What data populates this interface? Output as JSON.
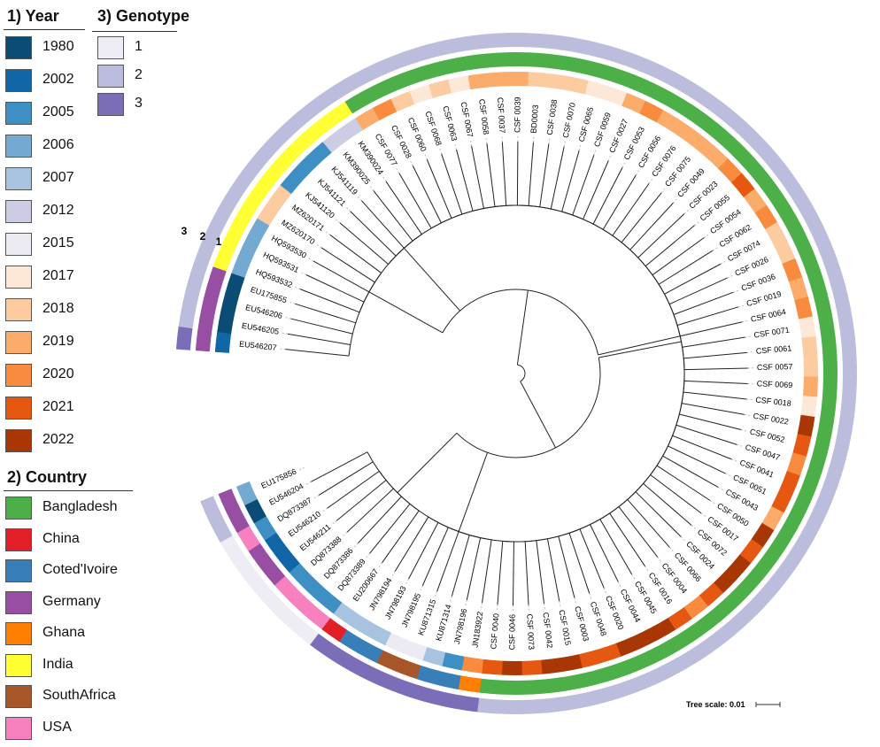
{
  "legends": {
    "year": {
      "title": "1) Year",
      "items": [
        {
          "label": "1980",
          "color": "#0a4c74"
        },
        {
          "label": "2002",
          "color": "#1166a8"
        },
        {
          "label": "2005",
          "color": "#3e8fc3"
        },
        {
          "label": "2006",
          "color": "#74a9d2"
        },
        {
          "label": "2007",
          "color": "#a7c3e0"
        },
        {
          "label": "2012",
          "color": "#ccccE4"
        },
        {
          "label": "2015",
          "color": "#ecebf3"
        },
        {
          "label": "2017",
          "color": "#fde8d8"
        },
        {
          "label": "2018",
          "color": "#fccba0"
        },
        {
          "label": "2019",
          "color": "#fbab6a"
        },
        {
          "label": "2020",
          "color": "#f98b3e"
        },
        {
          "label": "2021",
          "color": "#e65711"
        },
        {
          "label": "2022",
          "color": "#a83705"
        }
      ]
    },
    "country": {
      "title": "2) Country",
      "items": [
        {
          "label": "Bangladesh",
          "color": "#4caf48"
        },
        {
          "label": "China",
          "color": "#e21f26"
        },
        {
          "label": "Coted'Ivoire",
          "color": "#387fba"
        },
        {
          "label": "Germany",
          "color": "#984ea3"
        },
        {
          "label": "Ghana",
          "color": "#ff7f00"
        },
        {
          "label": "India",
          "color": "#ffff33"
        },
        {
          "label": "SouthAfrica",
          "color": "#a65628"
        },
        {
          "label": "USA",
          "color": "#f781bf"
        }
      ]
    },
    "genotype": {
      "title": "3) Genotype",
      "items": [
        {
          "label": "1",
          "color": "#eeedf5"
        },
        {
          "label": "2",
          "color": "#bcbddc"
        },
        {
          "label": "3",
          "color": "#7b6db8"
        }
      ]
    }
  },
  "ring_labels": [
    "1",
    "2",
    "3"
  ],
  "tree_scale": "Tree scale: 0.01",
  "tips": [
    {
      "label": "EU546207",
      "year": "2002",
      "country": "Germany",
      "genotype": "3"
    },
    {
      "label": "EU546205",
      "year": "1980",
      "country": "Germany",
      "genotype": "2"
    },
    {
      "label": "EU546206",
      "year": "1980",
      "country": "Germany",
      "genotype": "2"
    },
    {
      "label": "EU175855",
      "year": "1980",
      "country": "Germany",
      "genotype": "2"
    },
    {
      "label": "HQ593532",
      "year": "2006",
      "country": "India",
      "genotype": "2"
    },
    {
      "label": "HQ593531",
      "year": "2006",
      "country": "India",
      "genotype": "2"
    },
    {
      "label": "HQ593530",
      "year": "2006",
      "country": "India",
      "genotype": "2"
    },
    {
      "label": "MZ620170",
      "year": "2018",
      "country": "India",
      "genotype": "2"
    },
    {
      "label": "MZ620171",
      "year": "2018",
      "country": "India",
      "genotype": "2"
    },
    {
      "label": "KJ541120",
      "year": "2005",
      "country": "India",
      "genotype": "2"
    },
    {
      "label": "KJ541121",
      "year": "2005",
      "country": "India",
      "genotype": "2"
    },
    {
      "label": "KJ541119",
      "year": "2005",
      "country": "India",
      "genotype": "2"
    },
    {
      "label": "KM390025",
      "year": "2012",
      "country": "India",
      "genotype": "2"
    },
    {
      "label": "KM390024",
      "year": "2012",
      "country": "India",
      "genotype": "2"
    },
    {
      "label": "CSF 0077",
      "year": "2019",
      "country": "Bangladesh",
      "genotype": "2"
    },
    {
      "label": "CSF 0028",
      "year": "2020",
      "country": "Bangladesh",
      "genotype": "2"
    },
    {
      "label": "CSF 0060",
      "year": "2018",
      "country": "Bangladesh",
      "genotype": "2"
    },
    {
      "label": "CSF 0068",
      "year": "2017",
      "country": "Bangladesh",
      "genotype": "2"
    },
    {
      "label": "CSF 0063",
      "year": "2018",
      "country": "Bangladesh",
      "genotype": "2"
    },
    {
      "label": "CSF 0067",
      "year": "2017",
      "country": "Bangladesh",
      "genotype": "2"
    },
    {
      "label": "CSF 0058",
      "year": "2019",
      "country": "Bangladesh",
      "genotype": "2"
    },
    {
      "label": "CSF 0037",
      "year": "2019",
      "country": "Bangladesh",
      "genotype": "2"
    },
    {
      "label": "CSF 0039",
      "year": "2019",
      "country": "Bangladesh",
      "genotype": "2"
    },
    {
      "label": "BD0003",
      "year": "2018",
      "country": "Bangladesh",
      "genotype": "2"
    },
    {
      "label": "CSF 0038",
      "year": "2018",
      "country": "Bangladesh",
      "genotype": "2"
    },
    {
      "label": "CSF 0070",
      "year": "2018",
      "country": "Bangladesh",
      "genotype": "2"
    },
    {
      "label": "CSF 0065",
      "year": "2017",
      "country": "Bangladesh",
      "genotype": "2"
    },
    {
      "label": "CSF 0059",
      "year": "2017",
      "country": "Bangladesh",
      "genotype": "2"
    },
    {
      "label": "CSF 0027",
      "year": "2019",
      "country": "Bangladesh",
      "genotype": "2"
    },
    {
      "label": "CSF 0053",
      "year": "2020",
      "country": "Bangladesh",
      "genotype": "2"
    },
    {
      "label": "CSF 0056",
      "year": "2019",
      "country": "Bangladesh",
      "genotype": "2"
    },
    {
      "label": "CSF 0076",
      "year": "2019",
      "country": "Bangladesh",
      "genotype": "2"
    },
    {
      "label": "CSF 0075",
      "year": "2019",
      "country": "Bangladesh",
      "genotype": "2"
    },
    {
      "label": "CSF 0049",
      "year": "2019",
      "country": "Bangladesh",
      "genotype": "2"
    },
    {
      "label": "CSF 0023",
      "year": "2020",
      "country": "Bangladesh",
      "genotype": "2"
    },
    {
      "label": "CSF 0055",
      "year": "2021",
      "country": "Bangladesh",
      "genotype": "2"
    },
    {
      "label": "CSF 0054",
      "year": "2019",
      "country": "Bangladesh",
      "genotype": "2"
    },
    {
      "label": "CSF 0062",
      "year": "2020",
      "country": "Bangladesh",
      "genotype": "2"
    },
    {
      "label": "CSF 0074",
      "year": "2018",
      "country": "Bangladesh",
      "genotype": "2"
    },
    {
      "label": "CSF 0026",
      "year": "2018",
      "country": "Bangladesh",
      "genotype": "2"
    },
    {
      "label": "CSF 0036",
      "year": "2020",
      "country": "Bangladesh",
      "genotype": "2"
    },
    {
      "label": "CSF 0019",
      "year": "2019",
      "country": "Bangladesh",
      "genotype": "2"
    },
    {
      "label": "CSF 0064",
      "year": "2020",
      "country": "Bangladesh",
      "genotype": "2"
    },
    {
      "label": "CSF 0071",
      "year": "2017",
      "country": "Bangladesh",
      "genotype": "2"
    },
    {
      "label": "CSF 0061",
      "year": "2018",
      "country": "Bangladesh",
      "genotype": "2"
    },
    {
      "label": "CSF 0057",
      "year": "2018",
      "country": "Bangladesh",
      "genotype": "2"
    },
    {
      "label": "CSF 0069",
      "year": "2019",
      "country": "Bangladesh",
      "genotype": "2"
    },
    {
      "label": "CSF 0018",
      "year": "2017",
      "country": "Bangladesh",
      "genotype": "2"
    },
    {
      "label": "CSF 0022",
      "year": "2022",
      "country": "Bangladesh",
      "genotype": "2"
    },
    {
      "label": "CSF 0052",
      "year": "2021",
      "country": "Bangladesh",
      "genotype": "2"
    },
    {
      "label": "CSF 0047",
      "year": "2020",
      "country": "Bangladesh",
      "genotype": "2"
    },
    {
      "label": "CSF 0041",
      "year": "2021",
      "country": "Bangladesh",
      "genotype": "2"
    },
    {
      "label": "CSF 0051",
      "year": "2021",
      "country": "Bangladesh",
      "genotype": "2"
    },
    {
      "label": "CSF 0043",
      "year": "2019",
      "country": "Bangladesh",
      "genotype": "2"
    },
    {
      "label": "CSF 0050",
      "year": "2022",
      "country": "Bangladesh",
      "genotype": "2"
    },
    {
      "label": "CSF 0017",
      "year": "2021",
      "country": "Bangladesh",
      "genotype": "2"
    },
    {
      "label": "CSF 0072",
      "year": "2022",
      "country": "Bangladesh",
      "genotype": "2"
    },
    {
      "label": "CSF 0024",
      "year": "2022",
      "country": "Bangladesh",
      "genotype": "2"
    },
    {
      "label": "CSF 0066",
      "year": "2021",
      "country": "Bangladesh",
      "genotype": "2"
    },
    {
      "label": "CSF 0004",
      "year": "2020",
      "country": "Bangladesh",
      "genotype": "2"
    },
    {
      "label": "CSF 0016",
      "year": "2021",
      "country": "Bangladesh",
      "genotype": "2"
    },
    {
      "label": "CSF 0045",
      "year": "2022",
      "country": "Bangladesh",
      "genotype": "2"
    },
    {
      "label": "CSF 0044",
      "year": "2022",
      "country": "Bangladesh",
      "genotype": "2"
    },
    {
      "label": "CSF 0020",
      "year": "2022",
      "country": "Bangladesh",
      "genotype": "2"
    },
    {
      "label": "CSF 0048",
      "year": "2021",
      "country": "Bangladesh",
      "genotype": "2"
    },
    {
      "label": "CSF 0003",
      "year": "2021",
      "country": "Bangladesh",
      "genotype": "2"
    },
    {
      "label": "CSF 0015",
      "year": "2022",
      "country": "Bangladesh",
      "genotype": "2"
    },
    {
      "label": "CSF 0042",
      "year": "2022",
      "country": "Bangladesh",
      "genotype": "2"
    },
    {
      "label": "CSF 0073",
      "year": "2021",
      "country": "Bangladesh",
      "genotype": "2"
    },
    {
      "label": "CSF 0046",
      "year": "2022",
      "country": "Bangladesh",
      "genotype": "2"
    },
    {
      "label": "CSF 0040",
      "year": "2021",
      "country": "Bangladesh",
      "genotype": "2"
    },
    {
      "label": "JN183922",
      "year": "2020",
      "country": "Ghana",
      "genotype": "3"
    },
    {
      "label": "JN798196",
      "year": "2005",
      "country": "Coted'Ivoire",
      "genotype": "3"
    },
    {
      "label": "KU871314",
      "year": "2007",
      "country": "Coted'Ivoire",
      "genotype": "3"
    },
    {
      "label": "KU871315",
      "year": "2015",
      "country": "SouthAfrica",
      "genotype": "3"
    },
    {
      "label": "JN798195",
      "year": "2015",
      "country": "SouthAfrica",
      "genotype": "3"
    },
    {
      "label": "JN798193",
      "year": "2007",
      "country": "Coted'Ivoire",
      "genotype": "3"
    },
    {
      "label": "JN798194",
      "year": "2007",
      "country": "Coted'Ivoire",
      "genotype": "3"
    },
    {
      "label": "EU200667",
      "year": "2007",
      "country": "China",
      "genotype": "3"
    },
    {
      "label": "DQ873389",
      "year": "2005",
      "country": "USA",
      "genotype": "1"
    },
    {
      "label": "DQ873386",
      "year": "2005",
      "country": "USA",
      "genotype": "1"
    },
    {
      "label": "DQ873388",
      "year": "2005",
      "country": "USA",
      "genotype": "1"
    },
    {
      "label": "EU546211",
      "year": "2002",
      "country": "Germany",
      "genotype": "1"
    },
    {
      "label": "EU546210",
      "year": "2002",
      "country": "Germany",
      "genotype": "1"
    },
    {
      "label": "DQ873387",
      "year": "2005",
      "country": "USA",
      "genotype": "1"
    },
    {
      "label": "EU546204",
      "year": "1980",
      "country": "Germany",
      "genotype": "2"
    },
    {
      "label": "EU175856",
      "year": "2006",
      "country": "Germany",
      "genotype": "2"
    }
  ]
}
